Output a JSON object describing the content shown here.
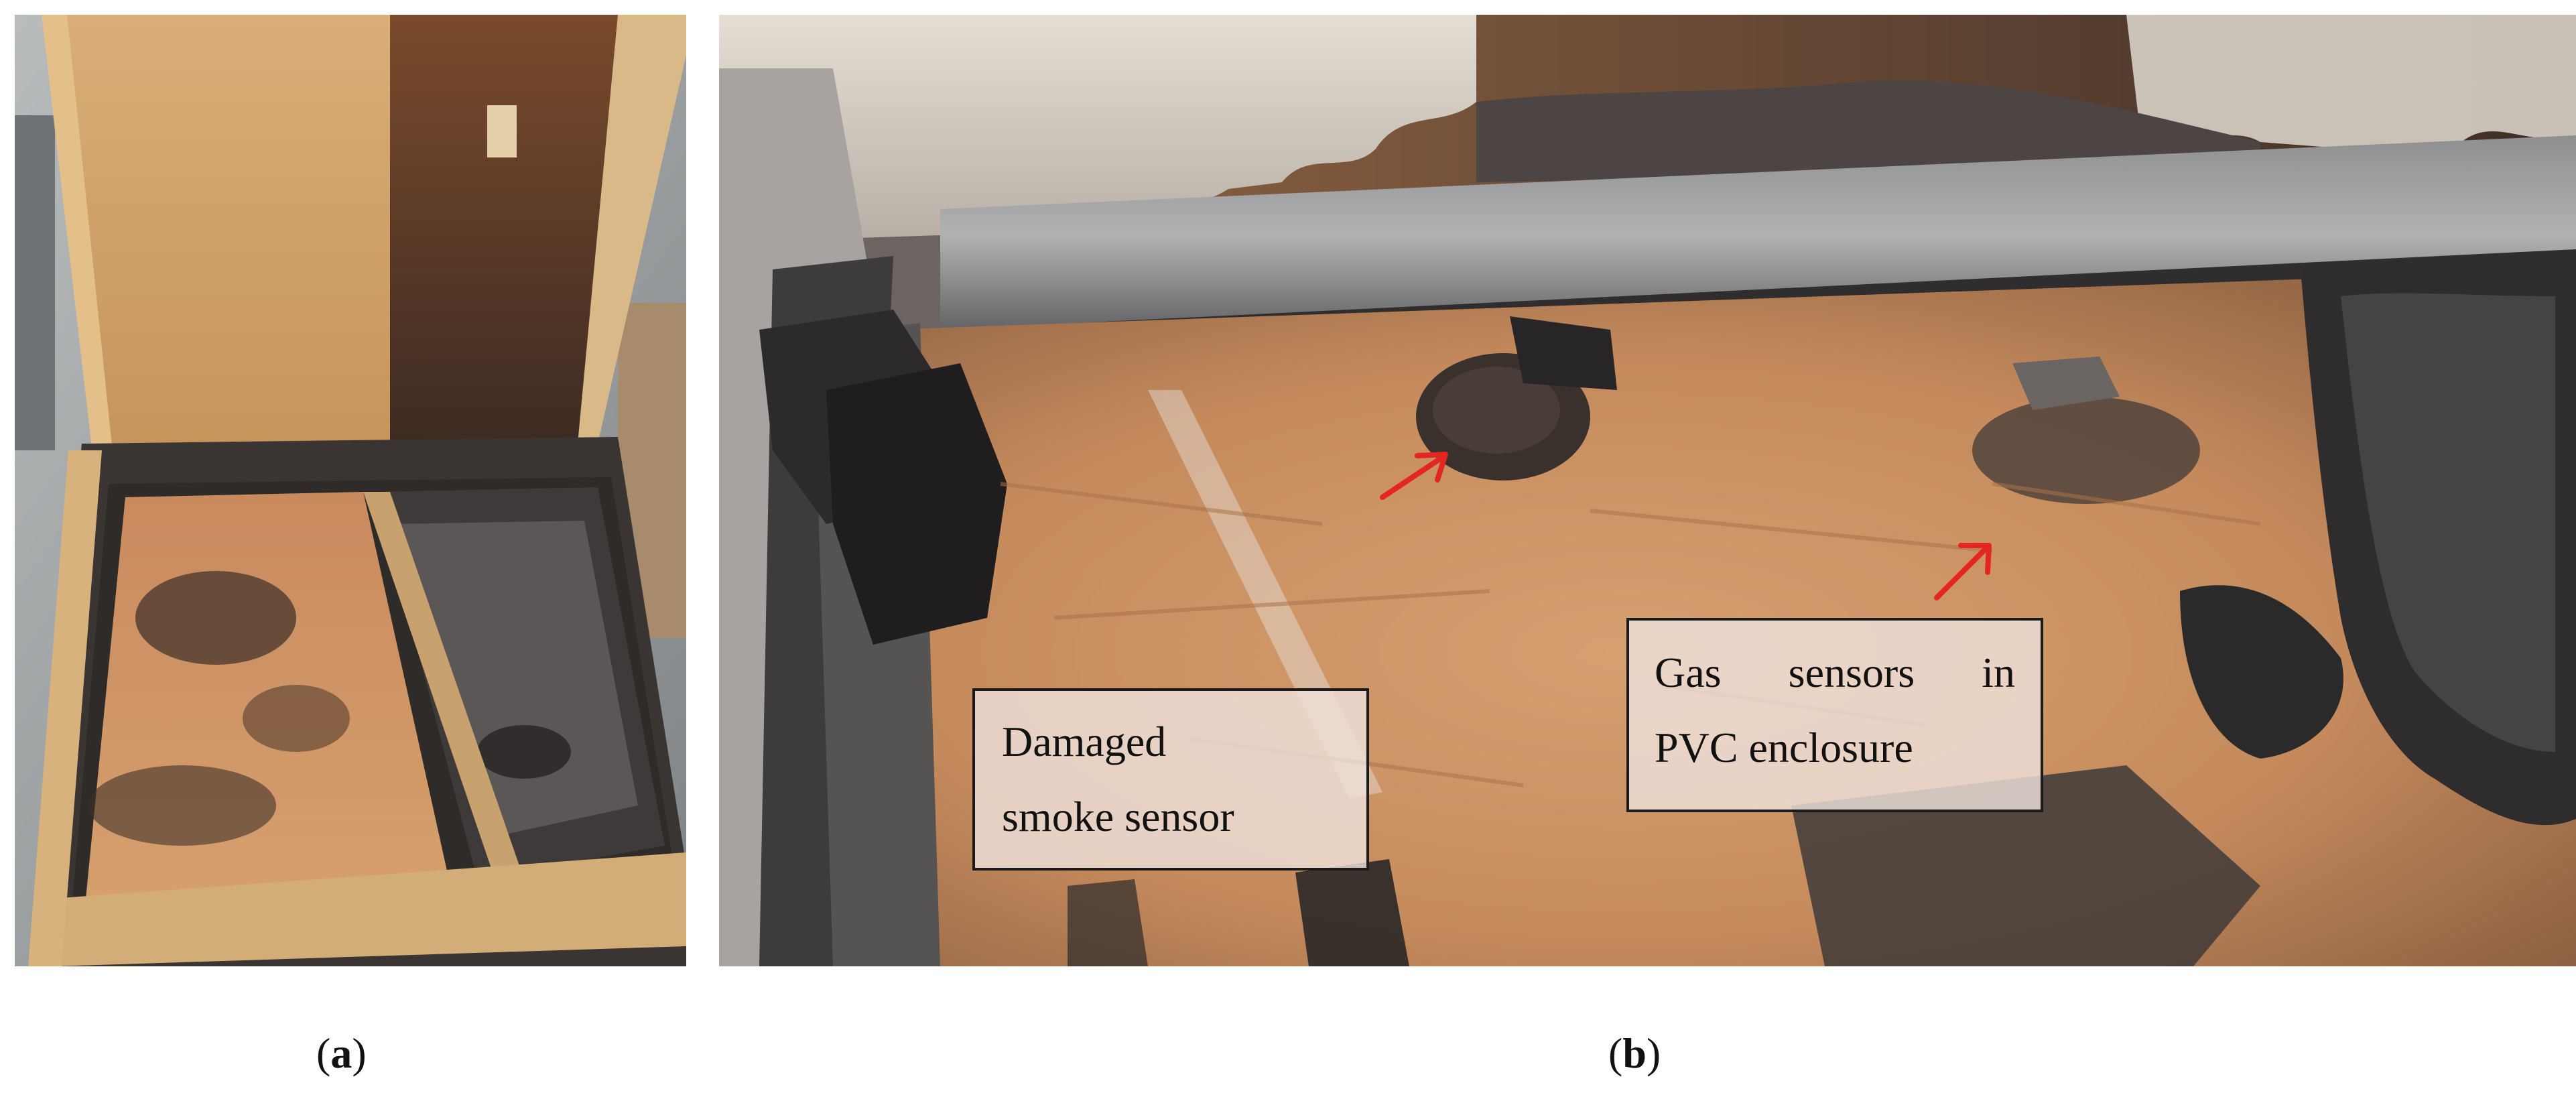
{
  "figure": {
    "panel_a": {
      "caption_open": "(",
      "caption_letter": "a",
      "caption_close": ")"
    },
    "panel_b": {
      "caption_open": "(",
      "caption_letter": "b",
      "caption_close": ")",
      "callouts": {
        "smoke": {
          "line1": "Damaged",
          "line2": "smoke sensor"
        },
        "gas": {
          "line1_words": [
            "Gas",
            "sensors",
            "in"
          ],
          "line2": "PVC enclosure"
        }
      }
    }
  },
  "colors": {
    "osb_board": "#c9925c",
    "charred": "#2a2624",
    "soot": "#4a4544",
    "ash_white": "#d9d4cc",
    "arrow_red": "#e3261f",
    "callout_border": "#1b1b1b"
  }
}
